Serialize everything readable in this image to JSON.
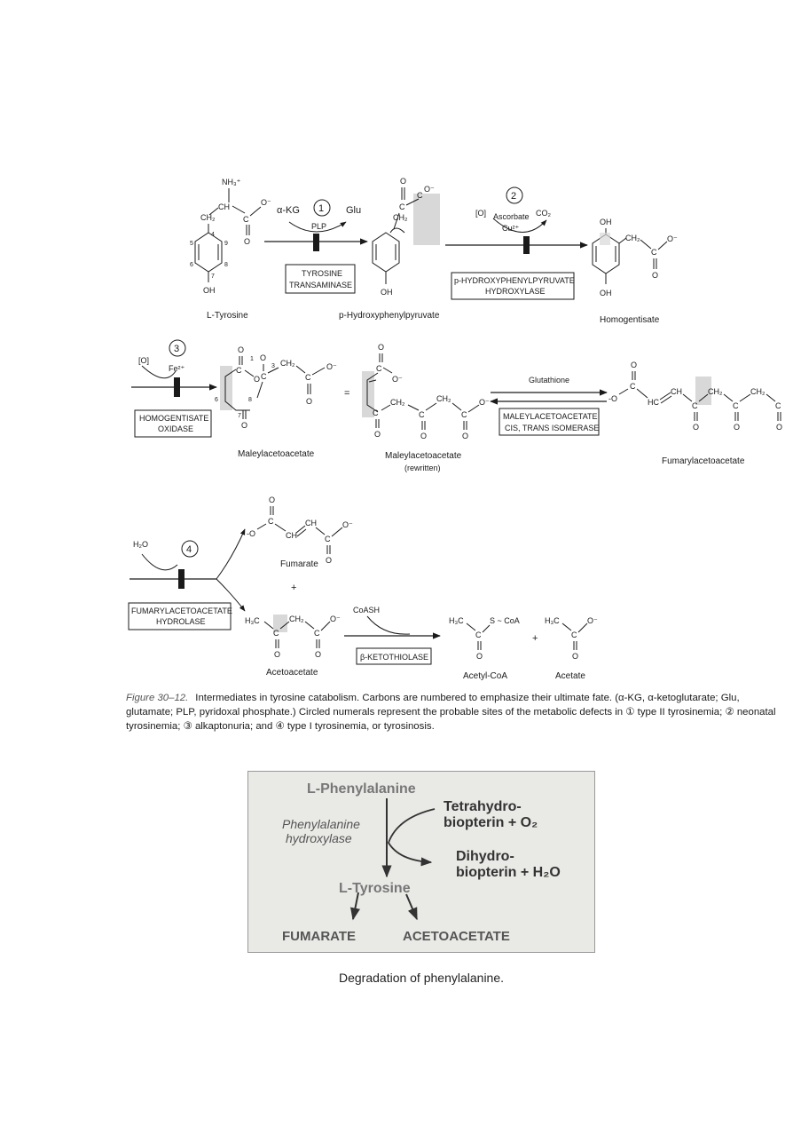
{
  "pathway": {
    "compounds": {
      "tyrosine": "L-Tyrosine",
      "hpp": "p-Hydroxyphenylpyruvate",
      "homogentisate": "Homogentisate",
      "maleylacetoacetate": "Maleylacetoacetate",
      "maleylacetoacetate_rewritten": "Maleylacetoacetate",
      "rewritten_note": "(rewritten)",
      "fumarylacetoacetate": "Fumarylacetoacetate",
      "fumarate": "Fumarate",
      "acetoacetate": "Acetoacetate",
      "acetyl_coa": "Acetyl-CoA",
      "acetate": "Acetate"
    },
    "enzymes": {
      "e1_line1": "TYROSINE",
      "e1_line2": "TRANSAMINASE",
      "e2_line1": "p-HYDROXYPHENYLPYRUVATE",
      "e2_line2": "HYDROXYLASE",
      "e3_line1": "HOMOGENTISATE",
      "e3_line2": "OXIDASE",
      "e4_line1": "MALEYLACETOACETATE",
      "e4_line2": "CIS, TRANS ISOMERASE",
      "e5_line1": "FUMARYLACETOACETATE",
      "e5_line2": "HYDROLASE",
      "e6": "β-KETOTHIOLASE"
    },
    "cofactors": {
      "akg": "α-KG",
      "glu": "Glu",
      "plp": "PLP",
      "o2_label": "[O]",
      "ascorbate": "Ascorbate",
      "co2": "CO₂",
      "cu": "Cu²⁺",
      "fe": "Fe²⁺",
      "glutathione": "Glutathione",
      "h2o": "H₂O",
      "coash": "CoASH"
    },
    "defect_sites": [
      "1",
      "2",
      "3",
      "4"
    ],
    "plus": "+"
  },
  "caption": {
    "figure_label": "Figure 30–12.",
    "text": "Intermediates in tyrosine catabolism. Carbons are numbered to emphasize their ultimate fate. (α-KG, α-ketoglutarate; Glu, glutamate; PLP, pyridoxal phosphate.) Circled numerals represent the probable sites of the metabolic defects in ① type II tyrosinemia; ② neonatal tyrosinemia; ③ alkaptonuria; and ④ type I tyrosinemia, or tyrosinosis."
  },
  "inset": {
    "phenylalanine": "L-Phenylalanine",
    "enzyme_line1": "Phenylalanine",
    "enzyme_line2": "hydroxylase",
    "cofactor_in_line1": "Tetrahydro-",
    "cofactor_in_line2": "biopterin + O₂",
    "cofactor_out_line1": "Dihydro-",
    "cofactor_out_line2": "biopterin + H₂O",
    "tyrosine": "L-Tyrosine",
    "product1": "FUMARATE",
    "product2": "ACETOACETATE",
    "caption": "Degradation of phenylalanine."
  }
}
